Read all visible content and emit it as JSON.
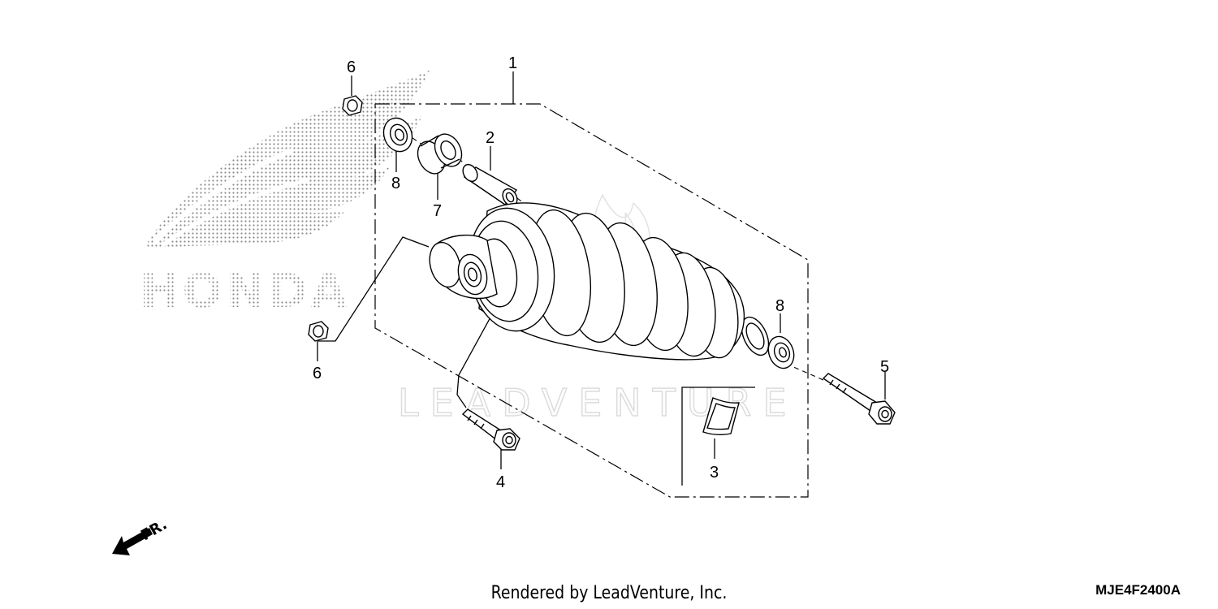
{
  "callouts": {
    "c1": "1",
    "c2": "2",
    "c3": "3",
    "c4": "4",
    "c5": "5",
    "c6_top": "6",
    "c6_bottom": "6",
    "c7": "7",
    "c8_left": "8",
    "c8_right": "8"
  },
  "logo_text": "HONDA",
  "watermark_text": "LEADVENTURE",
  "direction_label": "FR.",
  "footer": {
    "credit": "Rendered by LeadVenture, Inc.",
    "diagram_code": "MJE4F2400A"
  },
  "colors": {
    "line": "#000000",
    "logo_dots": "#8c8c8c",
    "watermark": "#dcdcdc"
  }
}
